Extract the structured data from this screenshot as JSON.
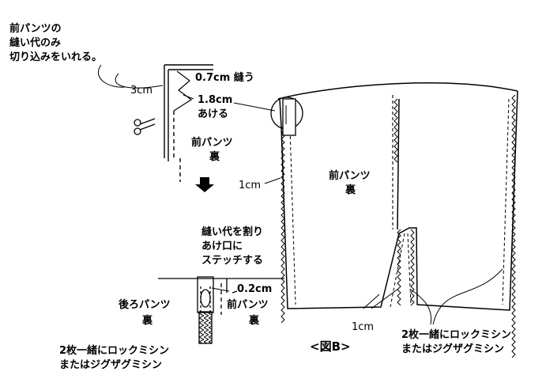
{
  "top_note": [
    "前パンツの",
    "縫い代のみ",
    "切り込みをいれる。"
  ],
  "detail_top": {
    "measure_3cm": "3cm",
    "sew_07": "0.7cm 縫う",
    "open_18_a": "1.8cm",
    "open_18_b": "あける",
    "front_pants": "前パンツ",
    "reverse": "裏"
  },
  "detail_bottom": {
    "note": [
      "縫い代を割り",
      "あけ口に",
      "ステッチする"
    ],
    "measure_02": "0.2cm",
    "back_pants": "後ろパンツ",
    "back_reverse": "裏",
    "front_pants": "前パンツ",
    "front_reverse": "裏",
    "serge_note": [
      "2枚一緒にロックミシン",
      "またはジグザグミシン"
    ]
  },
  "main": {
    "front_pants": "前パンツ",
    "reverse": "裏",
    "side_1cm": "1cm",
    "bottom_1cm": "1cm",
    "serge_note": [
      "2枚一緒にロックミシン",
      "またはジグザグミシン"
    ],
    "figure_label": "<図B>"
  }
}
